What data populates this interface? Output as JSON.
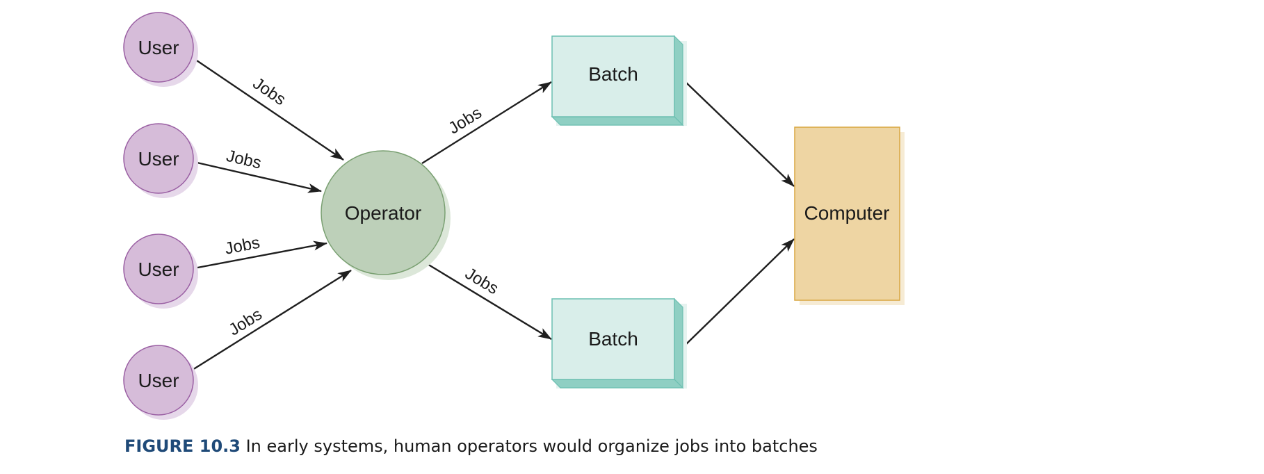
{
  "nodes": {
    "users": [
      "User",
      "User",
      "User",
      "User"
    ],
    "operator": "Operator",
    "batches": [
      "Batch",
      "Batch"
    ],
    "computer": "Computer"
  },
  "edges": {
    "user_to_operator": [
      "Jobs",
      "Jobs",
      "Jobs",
      "Jobs"
    ],
    "operator_to_batch": [
      "Jobs",
      "Jobs"
    ]
  },
  "colors": {
    "user_fill": "#d6bcd9",
    "user_stroke": "#9a5fa3",
    "operator_fill": "#bdd0b9",
    "operator_stroke": "#7aa072",
    "batch_fill": "#d9eeea",
    "batch_stroke": "#6cbfb1",
    "computer_fill": "#eed5a3",
    "computer_stroke": "#d9a640",
    "caption_tag": "#1f4a78"
  },
  "caption": {
    "tag": "FIGURE 10.3",
    "text": " In early systems, human operators would organize jobs into batches"
  }
}
